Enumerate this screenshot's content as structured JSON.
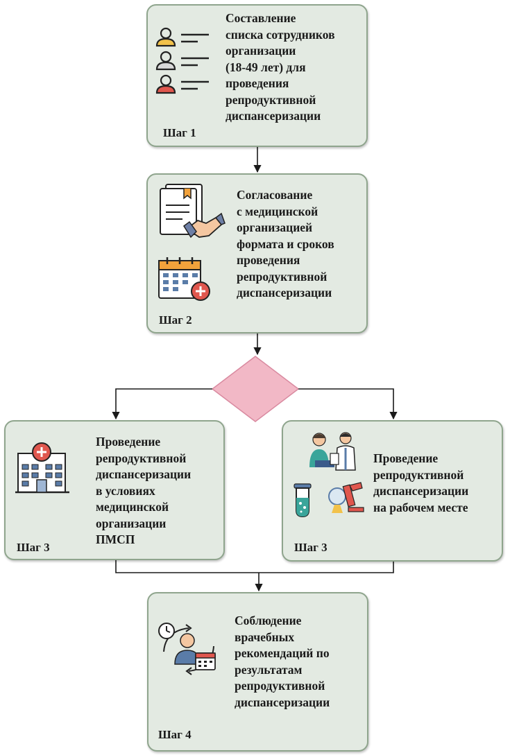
{
  "steps": [
    {
      "label": "Шаг 1",
      "text": "Составление\nсписка сотрудников\nорганизации\n(18-49 лет) для\nпроведения\nрепродуктивной\nдиспансеризации"
    },
    {
      "label": "Шаг 2",
      "text": "Согласование\nс медицинской\nорганизацией\nформата и сроков\nпроведения\nрепродуктивной\nдиспансеризации"
    },
    {
      "label": "Шаг 3",
      "text": "Проведение\nрепродуктивной\nдиспансеризации\nв условиях\nмедицинской\nорганизации\nПМСП"
    },
    {
      "label": "Шаг 3",
      "text": "Проведение\nрепродуктивной\nдиспансеризации\nна рабочем месте"
    },
    {
      "label": "Шаг 4",
      "text": "Соблюдение\nврачебных\nрекомендаций по\nрезультатам\nрепродуктивной\nдиспансеризации"
    }
  ],
  "colors": {
    "box_fill": "#e3eae2",
    "box_border": "#8fa58d",
    "decision_fill": "#f2b8c6",
    "decision_border": "#d98aa0",
    "arrow": "#1a1a1a"
  },
  "icons": {
    "step1": "employee-list-icon",
    "step2": [
      "agreement-document-icon",
      "calendar-plus-icon"
    ],
    "step3_left": "hospital-icon",
    "step3_right": [
      "doctor-patient-icon",
      "test-tube-icon",
      "microscope-icon"
    ],
    "step4": "patient-followup-icon"
  }
}
